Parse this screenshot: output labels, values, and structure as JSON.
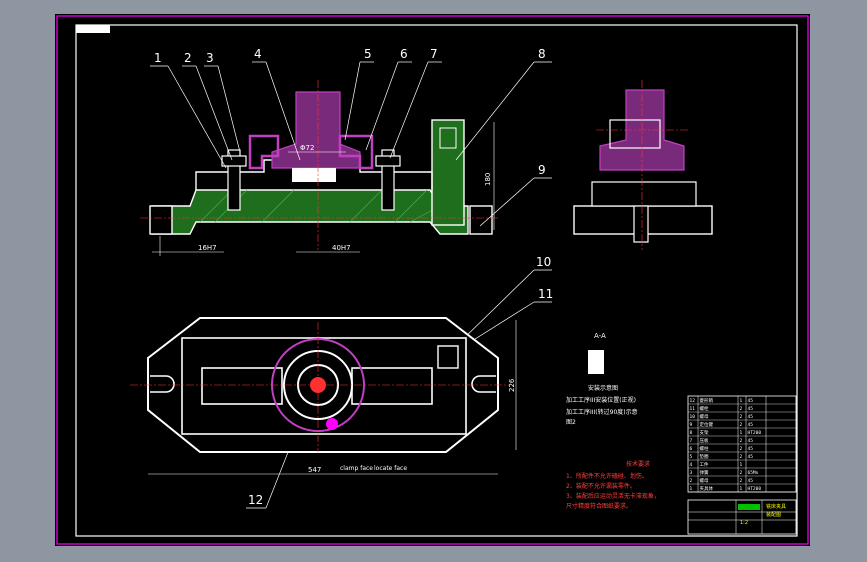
{
  "colors": {
    "background": "#8e96a2",
    "sheet": "#000000",
    "frame": "#ff00ff",
    "outline": "#ffffff",
    "section_hatch": "#2e8b2e",
    "part": "#c040c0",
    "centerline": "#ff3030",
    "dim": "#ffffff",
    "table_green": "#00c000"
  },
  "balloons": [
    "1",
    "2",
    "3",
    "4",
    "5",
    "6",
    "7",
    "8",
    "9",
    "10",
    "11",
    "12"
  ],
  "dims": {
    "bore": "Φ72",
    "left_fit": "16H7",
    "mid_fit": "40H7",
    "height": "180",
    "total_length": "547",
    "width": "226"
  },
  "notes": {
    "assembly_title": "安装示意图",
    "op_line1": "加工工序III安装位置(正视)",
    "op_line2": "加工工序III(转过90度)示意",
    "op_line2b": "图2",
    "req_title": "技术要求",
    "req_items": [
      "1、所配件不允许磕碰、划伤。",
      "2、装配不允许漏装零件。",
      "3、装配后应运动灵活无卡滞现象，",
      "   尺寸精度符合图纸要求。"
    ],
    "leader_a": "clamp face",
    "leader_b": "locate face",
    "detail_label": "A-A"
  },
  "bom": {
    "rows": [
      {
        "no": "12",
        "name": "菱形销",
        "qty": "1",
        "mat": "45"
      },
      {
        "no": "11",
        "name": "螺栓",
        "qty": "2",
        "mat": "45"
      },
      {
        "no": "10",
        "name": "螺母",
        "qty": "2",
        "mat": "45"
      },
      {
        "no": "9",
        "name": "定位键",
        "qty": "2",
        "mat": "45"
      },
      {
        "no": "8",
        "name": "支架",
        "qty": "1",
        "mat": "HT200"
      },
      {
        "no": "7",
        "name": "压板",
        "qty": "2",
        "mat": "45"
      },
      {
        "no": "6",
        "name": "螺柱",
        "qty": "2",
        "mat": "45"
      },
      {
        "no": "5",
        "name": "垫圈",
        "qty": "2",
        "mat": "45"
      },
      {
        "no": "4",
        "name": "工件",
        "qty": "1",
        "mat": ""
      },
      {
        "no": "3",
        "name": "弹簧",
        "qty": "2",
        "mat": "65Mn"
      },
      {
        "no": "2",
        "name": "螺母",
        "qty": "2",
        "mat": "45"
      },
      {
        "no": "1",
        "name": "夹具体",
        "qty": "1",
        "mat": "HT200"
      }
    ],
    "title_block": {
      "name": "铣床夹具",
      "drawing_no": "装配图",
      "scale": "1:2"
    }
  }
}
